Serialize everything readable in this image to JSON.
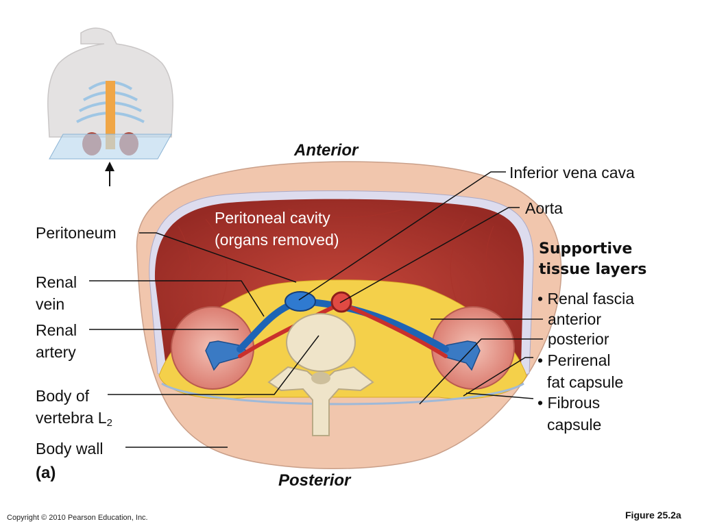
{
  "orientation": {
    "top": "Anterior",
    "bottom": "Posterior"
  },
  "cavity": {
    "line1": "Peritoneal cavity",
    "line2": "(organs removed)"
  },
  "left_labels": {
    "peritoneum": "Peritoneum",
    "renal_vein_1": "Renal",
    "renal_vein_2": "vein",
    "renal_artery_1": "Renal",
    "renal_artery_2": "artery",
    "vertebra_1": "Body of",
    "vertebra_2": "vertebra L",
    "vertebra_sub": "2",
    "body_wall": "Body wall"
  },
  "right_labels": {
    "ivc": "Inferior vena cava",
    "aorta": "Aorta",
    "supportive_1": "Supportive",
    "supportive_2": "tissue layers",
    "renal_fascia": "• Renal fascia",
    "anterior": "anterior",
    "posterior": "posterior",
    "perirenal_1": "• Perirenal",
    "perirenal_2": "fat capsule",
    "fibrous_1": "• Fibrous",
    "fibrous_2": "capsule"
  },
  "part_label": "(a)",
  "footer": {
    "copyright": "Copyright © 2010 Pearson Education, Inc.",
    "figure": "Figure 25.2a"
  },
  "colors": {
    "body_wall": "#f1c6ad",
    "cavity": "#b8382f",
    "fat": "#f4d04a",
    "vein": "#1e64b5",
    "artery": "#c9302c",
    "bone": "#efe4c9",
    "kidney": "#e6958a"
  }
}
